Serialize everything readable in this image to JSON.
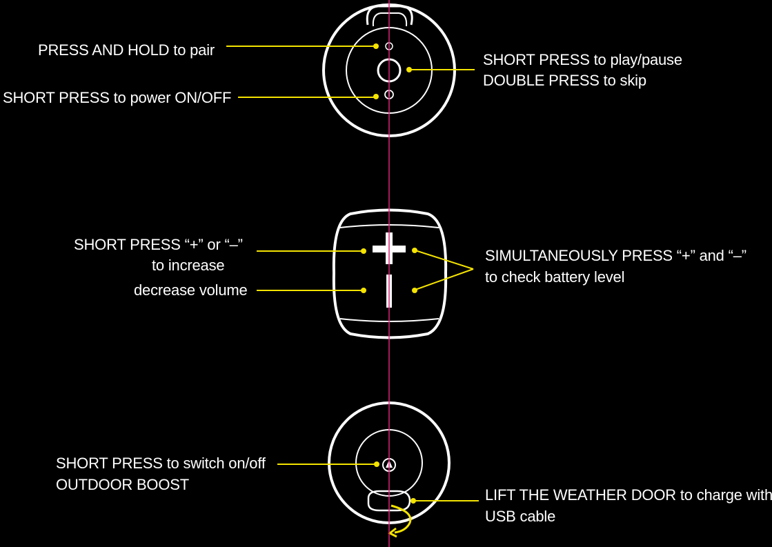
{
  "colors": {
    "background": "#000000",
    "outline": "#ffffff",
    "leader": "#f5e400",
    "center_axis": "#e0207a"
  },
  "top_view": {
    "pair_label": "PRESS AND HOLD to pair",
    "power_label": "SHORT PRESS to power ON/OFF",
    "play_label_line1": "SHORT PRESS to play/pause",
    "play_label_line2": "DOUBLE PRESS to skip",
    "icons": [
      "bluetooth-pair-icon",
      "power-icon",
      "play-pause-button"
    ]
  },
  "front_view": {
    "volume_label_line1": "SHORT PRESS “+” or “–”",
    "volume_label_line2": "to increase",
    "volume_label_line3": "decrease volume",
    "battery_label_line1": "SIMULTANEOUSLY PRESS “+” and “–”",
    "battery_label_line2": "to check battery level",
    "icons": [
      "plus-icon",
      "minus-icon"
    ]
  },
  "bottom_view": {
    "boost_label_line1": "SHORT PRESS to switch on/off",
    "boost_label_line2": "OUTDOOR BOOST",
    "door_label_line1": "LIFT THE WEATHER DOOR to charge with",
    "door_label_line2": "USB cable",
    "icons": [
      "outdoor-boost-icon",
      "weather-door-icon",
      "lift-arrow-icon"
    ]
  }
}
